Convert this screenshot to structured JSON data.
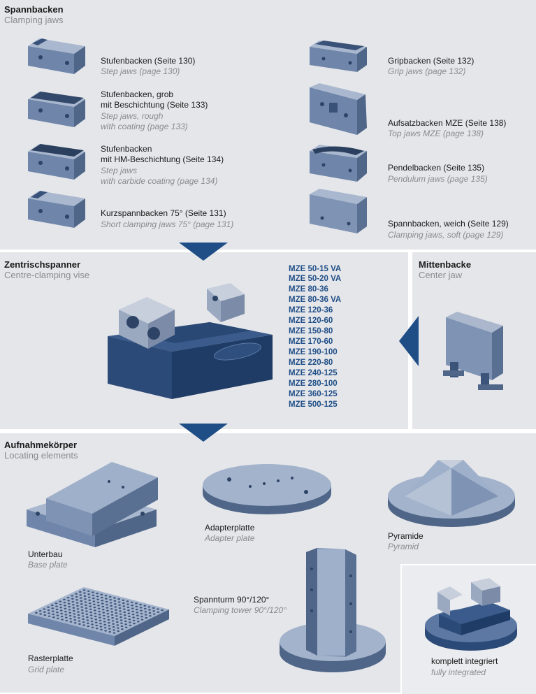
{
  "clamping_jaws": {
    "title_de": "Spannbacken",
    "title_en": "Clamping jaws",
    "items": [
      {
        "de": [
          "Stufenbacken (Seite 130)"
        ],
        "en": [
          "Step jaws (page 130)"
        ],
        "icon": "step-jaw-icon"
      },
      {
        "de": [
          "Stufenbacken, grob",
          "mit Beschichtung (Seite 133)"
        ],
        "en": [
          "Step jaws, rough",
          "with coating (page 133)"
        ],
        "icon": "rough-step-jaw-icon"
      },
      {
        "de": [
          "Stufenbacken",
          "mit HM-Beschichtung (Seite 134)"
        ],
        "en": [
          "Step jaws",
          "with carbide coating (page 134)"
        ],
        "icon": "carbide-step-jaw-icon"
      },
      {
        "de": [
          "Kurzspannbacken 75° (Seite 131)"
        ],
        "en": [
          "Short clamping jaws 75° (page 131)"
        ],
        "icon": "short-jaw-icon"
      },
      {
        "de": [
          "Gripbacken (Seite 132)"
        ],
        "en": [
          "Grip jaws (page 132)"
        ],
        "icon": "grip-jaw-icon"
      },
      {
        "de": [
          "Aufsatzbacken MZE (Seite 138)"
        ],
        "en": [
          "Top jaws MZE (page 138)"
        ],
        "icon": "top-jaw-icon"
      },
      {
        "de": [
          "Pendelbacken (Seite 135)"
        ],
        "en": [
          "Pendulum jaws (page 135)"
        ],
        "icon": "pendulum-jaw-icon"
      },
      {
        "de": [
          "Spannbacken, weich (Seite 129)"
        ],
        "en": [
          "Clamping jaws, soft (page 129)"
        ],
        "icon": "soft-jaw-icon"
      }
    ]
  },
  "vise": {
    "title_de": "Zentrischspanner",
    "title_en": "Centre-clamping vise",
    "models": [
      "MZE 50-15 VA",
      "MZE 50-20 VA",
      "MZE 80-36",
      "MZE 80-36 VA",
      "MZE 120-36",
      "MZE 120-60",
      "MZE 150-80",
      "MZE 170-60",
      "MZE 190-100",
      "MZE 220-80",
      "MZE 240-125",
      "MZE 280-100",
      "MZE 360-125",
      "MZE 500-125"
    ]
  },
  "center_jaw": {
    "title_de": "Mittenbacke",
    "title_en": "Center jaw"
  },
  "locating": {
    "title_de": "Aufnahmekörper",
    "title_en": "Locating elements",
    "items": [
      {
        "de": "Unterbau",
        "en": "Base plate"
      },
      {
        "de": "Adapterplatte",
        "en": "Adapter plate"
      },
      {
        "de": "Pyramide",
        "en": "Pyramid"
      },
      {
        "de": "Spannturm 90°/120°",
        "en": "Clamping tower 90°/120°"
      },
      {
        "de": "Rasterplatte",
        "en": "Grid plate"
      },
      {
        "de": "komplett integriert",
        "en": "fully integrated"
      }
    ]
  },
  "colors": {
    "panel": "#e5e6ea",
    "arrow": "#1f4e87",
    "metal": "#7f94b4",
    "heading_sub": "#8b8b8e"
  }
}
